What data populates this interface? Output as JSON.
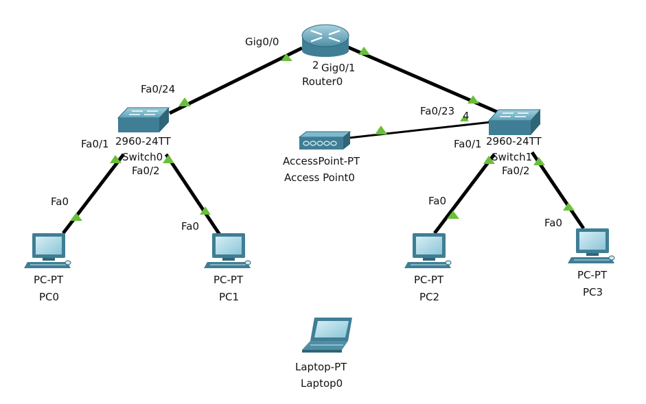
{
  "devices": {
    "router0": {
      "model": "",
      "name": "Router0",
      "num": "2"
    },
    "switch0": {
      "model": "2960-24TT",
      "name": "Switch0"
    },
    "switch1": {
      "model": "2960-24TT",
      "name": "Switch1"
    },
    "ap0": {
      "model": "AccessPoint-PT",
      "name": "Access Point0"
    },
    "pc0": {
      "model": "PC-PT",
      "name": "PC0"
    },
    "pc1": {
      "model": "PC-PT",
      "name": "PC1"
    },
    "pc2": {
      "model": "PC-PT",
      "name": "PC2"
    },
    "pc3": {
      "model": "PC-PT",
      "name": "PC3"
    },
    "laptop0": {
      "model": "Laptop-PT",
      "name": "Laptop0"
    }
  },
  "ports": {
    "r0_gig00": "Gig0/0",
    "r0_gig01": "Gig0/1",
    "s0_fa024": "Fa0/24",
    "s0_fa01": "Fa0/1",
    "s0_fa02": "Fa0/2",
    "s1_fa023": "Fa0/23",
    "s1_fa024_partial": "4",
    "s1_fa01": "Fa0/1",
    "s1_fa02": "Fa0/2",
    "pc0_fa0": "Fa0",
    "pc1_fa0": "Fa0",
    "pc2_fa0": "Fa0",
    "pc3_fa0": "Fa0"
  },
  "colors": {
    "link": "#000000",
    "link_up": "#6abf3a",
    "device_blue": "#3f7e95"
  }
}
